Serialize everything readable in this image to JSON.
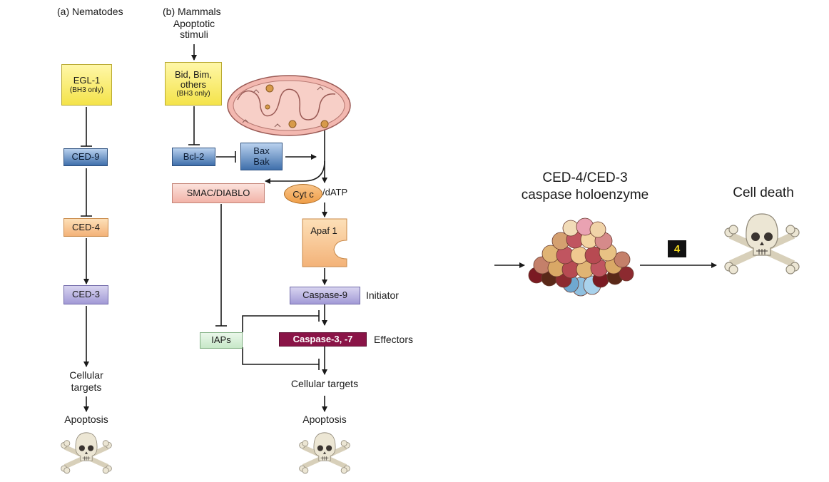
{
  "panels": {
    "nematodes_title": "(a)  Nematodes",
    "mammals_title": "(b)  Mammals"
  },
  "nematode": {
    "egl1": "EGL-1",
    "egl1_sub": "(BH3 only)",
    "ced9": "CED-9",
    "ced4": "CED-4",
    "ced3": "CED-3",
    "targets": "Cellular\ntargets",
    "apoptosis": "Apoptosis"
  },
  "mammal": {
    "stimuli": "Apoptotic\nstimuli",
    "bid": "Bid, Bim,\nothers",
    "bid_sub": "(BH3 only)",
    "bcl2": "Bcl-2",
    "baxbak": "Bax\nBak",
    "smac": "SMAC/DIABLO",
    "cyt": "Cyt c",
    "datp": "/dATP",
    "apaf": "Apaf 1",
    "casp9": "Caspase-9",
    "initiator": "Initiator",
    "iaps": "IAPs",
    "casp37": "Caspase-3, -7",
    "effectors": "Effectors",
    "targets": "Cellular targets",
    "apoptosis": "Apoptosis"
  },
  "right": {
    "holo_title": "CED-4/CED-3\ncaspase holoenzyme",
    "step": "4",
    "cell_death": "Cell death"
  },
  "colors": {
    "yellow": "#f4e34a",
    "blue": "#3f6fab",
    "orange": "#f3b278",
    "lavender": "#a29ad6",
    "pink": "#f2b3a8",
    "mint": "#c7e8c8",
    "maroon": "#8a1447",
    "mito": "#f3b8b0"
  }
}
